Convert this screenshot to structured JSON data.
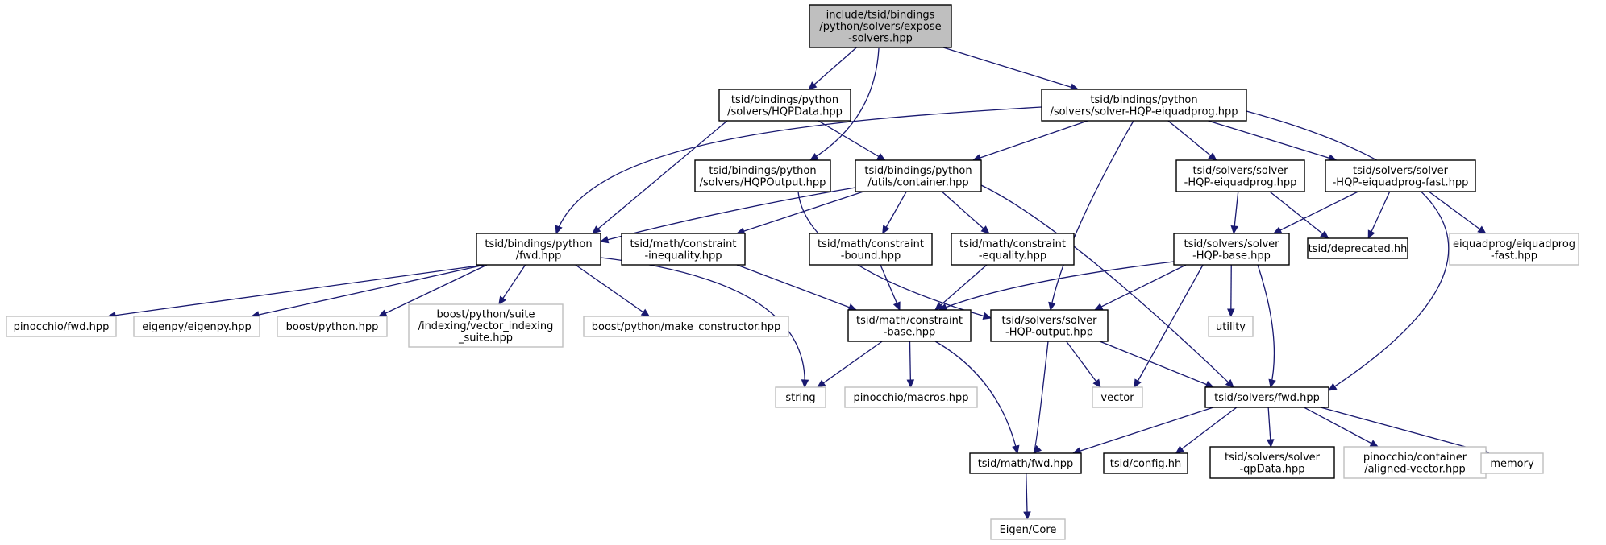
{
  "diagram": {
    "type": "include-dependency-graph",
    "colors": {
      "edge": "#191970",
      "root_fill": "#bfbfbf",
      "doc_border": "#000000",
      "ext_border": "#bfbfbf"
    },
    "nodes": [
      {
        "id": "root",
        "kind": "root",
        "lines": [
          "include/tsid/bindings",
          "/python/solvers/expose",
          "-solvers.hpp"
        ]
      },
      {
        "id": "hqpdata",
        "kind": "doc",
        "lines": [
          "tsid/bindings/python",
          "/solvers/HQPData.hpp"
        ]
      },
      {
        "id": "solver_eiq_py",
        "kind": "doc",
        "lines": [
          "tsid/bindings/python",
          "/solvers/solver-HQP-eiquadprog.hpp"
        ]
      },
      {
        "id": "hqpoutput",
        "kind": "doc",
        "lines": [
          "tsid/bindings/python",
          "/solvers/HQPOutput.hpp"
        ]
      },
      {
        "id": "container",
        "kind": "doc",
        "lines": [
          "tsid/bindings/python",
          "/utils/container.hpp"
        ]
      },
      {
        "id": "solver_eiq",
        "kind": "doc",
        "lines": [
          "tsid/solvers/solver",
          "-HQP-eiquadprog.hpp"
        ]
      },
      {
        "id": "solver_eiq_fast",
        "kind": "doc",
        "lines": [
          "tsid/solvers/solver",
          "-HQP-eiquadprog-fast.hpp"
        ]
      },
      {
        "id": "py_fwd",
        "kind": "doc",
        "lines": [
          "tsid/bindings/python",
          "/fwd.hpp"
        ]
      },
      {
        "id": "c_ineq",
        "kind": "doc",
        "lines": [
          "tsid/math/constraint",
          "-inequality.hpp"
        ]
      },
      {
        "id": "c_bound",
        "kind": "doc",
        "lines": [
          "tsid/math/constraint",
          "-bound.hpp"
        ]
      },
      {
        "id": "c_eq",
        "kind": "doc",
        "lines": [
          "tsid/math/constraint",
          "-equality.hpp"
        ]
      },
      {
        "id": "solver_base",
        "kind": "doc",
        "lines": [
          "tsid/solvers/solver",
          "-HQP-base.hpp"
        ]
      },
      {
        "id": "deprecated",
        "kind": "doc",
        "lines": [
          "tsid/deprecated.hh"
        ]
      },
      {
        "id": "eiq_fast_ext",
        "kind": "ext",
        "lines": [
          "eiquadprog/eiquadprog",
          "-fast.hpp"
        ]
      },
      {
        "id": "pin_fwd",
        "kind": "ext",
        "lines": [
          "pinocchio/fwd.hpp"
        ]
      },
      {
        "id": "eigenpy",
        "kind": "ext",
        "lines": [
          "eigenpy/eigenpy.hpp"
        ]
      },
      {
        "id": "boost_python",
        "kind": "ext",
        "lines": [
          "boost/python.hpp"
        ]
      },
      {
        "id": "vec_idx",
        "kind": "ext",
        "lines": [
          "boost/python/suite",
          "/indexing/vector_indexing",
          "_suite.hpp"
        ]
      },
      {
        "id": "make_ctor",
        "kind": "ext",
        "lines": [
          "boost/python/make_constructor.hpp"
        ]
      },
      {
        "id": "c_base",
        "kind": "doc",
        "lines": [
          "tsid/math/constraint",
          "-base.hpp"
        ]
      },
      {
        "id": "solver_output",
        "kind": "doc",
        "lines": [
          "tsid/solvers/solver",
          "-HQP-output.hpp"
        ]
      },
      {
        "id": "utility",
        "kind": "ext",
        "lines": [
          "utility"
        ]
      },
      {
        "id": "string",
        "kind": "ext",
        "lines": [
          "string"
        ]
      },
      {
        "id": "pin_macros",
        "kind": "ext",
        "lines": [
          "pinocchio/macros.hpp"
        ]
      },
      {
        "id": "vector",
        "kind": "ext",
        "lines": [
          "vector"
        ]
      },
      {
        "id": "solvers_fwd",
        "kind": "doc",
        "lines": [
          "tsid/solvers/fwd.hpp"
        ]
      },
      {
        "id": "math_fwd",
        "kind": "doc",
        "lines": [
          "tsid/math/fwd.hpp"
        ]
      },
      {
        "id": "config",
        "kind": "doc",
        "lines": [
          "tsid/config.hh"
        ]
      },
      {
        "id": "qpdata",
        "kind": "doc",
        "lines": [
          "tsid/solvers/solver",
          "-qpData.hpp"
        ]
      },
      {
        "id": "aligned_vec",
        "kind": "ext",
        "lines": [
          "pinocchio/container",
          "/aligned-vector.hpp"
        ]
      },
      {
        "id": "memory",
        "kind": "ext",
        "lines": [
          "memory"
        ]
      },
      {
        "id": "eigen_core",
        "kind": "ext",
        "lines": [
          "Eigen/Core"
        ]
      }
    ],
    "edges": [
      [
        "root",
        "hqpdata"
      ],
      [
        "root",
        "solver_eiq_py"
      ],
      [
        "root",
        "hqpoutput"
      ],
      [
        "hqpdata",
        "py_fwd"
      ],
      [
        "hqpdata",
        "container"
      ],
      [
        "solver_eiq_py",
        "py_fwd"
      ],
      [
        "solver_eiq_py",
        "container"
      ],
      [
        "solver_eiq_py",
        "solver_eiq"
      ],
      [
        "solver_eiq_py",
        "solver_eiq_fast"
      ],
      [
        "solver_eiq_py",
        "solver_output"
      ],
      [
        "solver_eiq_py",
        "solvers_fwd"
      ],
      [
        "hqpoutput",
        "py_fwd"
      ],
      [
        "hqpoutput",
        "solver_output"
      ],
      [
        "container",
        "py_fwd"
      ],
      [
        "container",
        "c_ineq"
      ],
      [
        "container",
        "c_bound"
      ],
      [
        "container",
        "c_eq"
      ],
      [
        "container",
        "solvers_fwd"
      ],
      [
        "solver_eiq",
        "solver_base"
      ],
      [
        "solver_eiq",
        "deprecated"
      ],
      [
        "solver_eiq_fast",
        "solver_base"
      ],
      [
        "solver_eiq_fast",
        "deprecated"
      ],
      [
        "solver_eiq_fast",
        "eiq_fast_ext"
      ],
      [
        "py_fwd",
        "pin_fwd"
      ],
      [
        "py_fwd",
        "eigenpy"
      ],
      [
        "py_fwd",
        "boost_python"
      ],
      [
        "py_fwd",
        "vec_idx"
      ],
      [
        "py_fwd",
        "make_ctor"
      ],
      [
        "py_fwd",
        "string"
      ],
      [
        "c_ineq",
        "c_base"
      ],
      [
        "c_bound",
        "c_base"
      ],
      [
        "c_eq",
        "c_base"
      ],
      [
        "solver_base",
        "c_base"
      ],
      [
        "solver_base",
        "solver_output"
      ],
      [
        "solver_base",
        "utility"
      ],
      [
        "solver_base",
        "vector"
      ],
      [
        "solver_base",
        "solvers_fwd"
      ],
      [
        "c_base",
        "string"
      ],
      [
        "c_base",
        "pin_macros"
      ],
      [
        "c_base",
        "math_fwd"
      ],
      [
        "solver_output",
        "math_fwd"
      ],
      [
        "solver_output",
        "vector"
      ],
      [
        "solver_output",
        "solvers_fwd"
      ],
      [
        "solvers_fwd",
        "math_fwd"
      ],
      [
        "solvers_fwd",
        "config"
      ],
      [
        "solvers_fwd",
        "qpdata"
      ],
      [
        "solvers_fwd",
        "aligned_vec"
      ],
      [
        "solvers_fwd",
        "memory"
      ],
      [
        "math_fwd",
        "eigen_core"
      ]
    ]
  }
}
